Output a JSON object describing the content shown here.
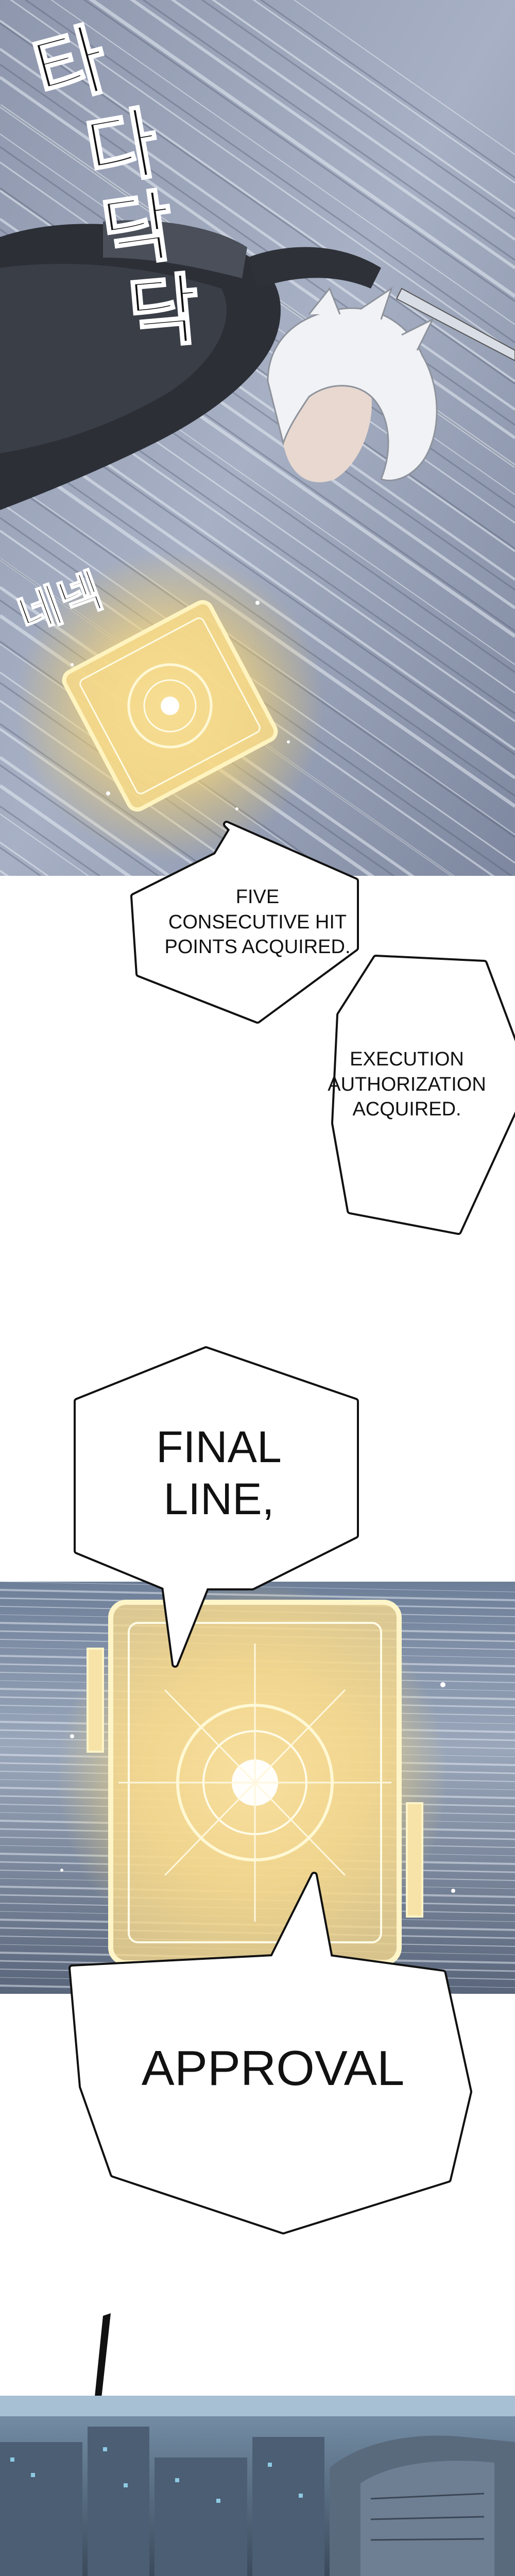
{
  "panels": [
    {
      "id": "dash-attack",
      "sfx": [
        "타",
        "다",
        "닥",
        "닥",
        "네넥"
      ]
    },
    {
      "id": "card-approval"
    },
    {
      "id": "city-overview"
    }
  ],
  "bubbles": {
    "hit_points": "FIVE\nCONSECUTIVE HIT\nPOINTS ACQUIRED.",
    "execution": "EXECUTION\nAUTHORIZATION\nACQUIRED.",
    "final_line": "FINAL\nLINE,",
    "approval": "APPROVAL"
  }
}
